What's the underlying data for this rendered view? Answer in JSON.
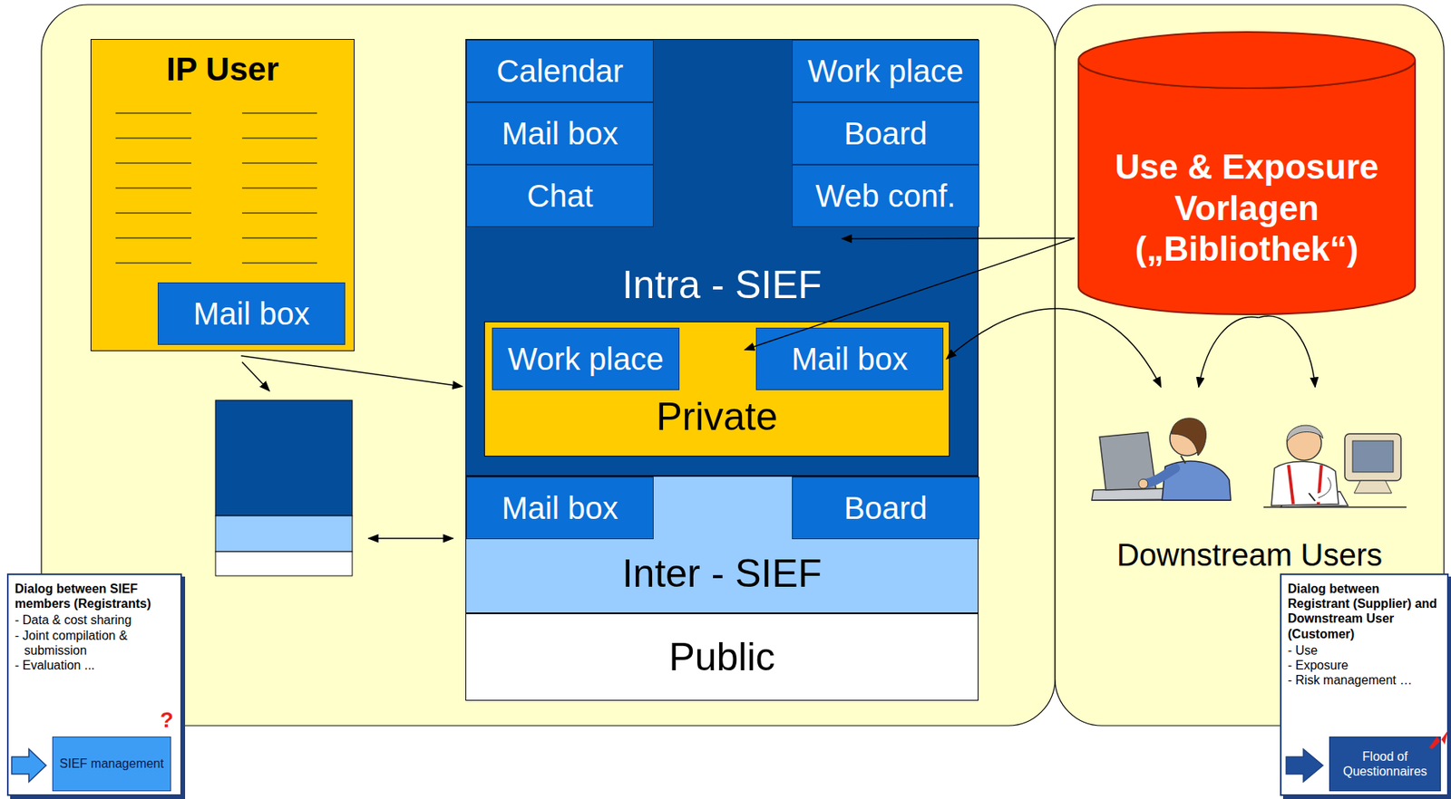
{
  "diagram": {
    "nodes": [
      {
        "text": [
          "IP User"
        ]
      },
      {
        "text": [
          "Mail box"
        ],
        "in": 0
      },
      {
        "text": [
          "Intra - SIEF"
        ]
      },
      {
        "text": [
          "Calendar"
        ],
        "in": 2
      },
      {
        "text": [
          "Work place"
        ],
        "in": 2
      },
      {
        "text": [
          "Mail box"
        ],
        "in": 2
      },
      {
        "text": [
          "Board"
        ],
        "in": 2
      },
      {
        "text": [
          "Chat"
        ],
        "in": 2
      },
      {
        "text": [
          "Web conf."
        ],
        "in": 2
      },
      {
        "text": [
          "Private"
        ],
        "in": 2
      },
      {
        "text": [
          "Work place"
        ],
        "in": 9
      },
      {
        "text": [
          "Mail box"
        ],
        "in": 9
      },
      {
        "text": [
          "Inter - SIEF"
        ]
      },
      {
        "text": [
          "Mail box"
        ],
        "in": 12
      },
      {
        "text": [
          "Board"
        ],
        "in": 12
      },
      {
        "text": [
          "Public"
        ]
      },
      {
        "text": [
          "Use & Exposure Vorlagen („Bibliothek“)"
        ]
      },
      {
        "text": [
          "Downstream Users"
        ]
      },
      {
        "text": [
          "Dialog between SIEF members (Registrants)",
          "- Data & cost sharing",
          "- Joint compilation & submission",
          "- Evaluation ..."
        ]
      },
      {
        "text": [
          "SIEF management"
        ],
        "in": 18
      },
      {
        "text": [
          "Dialog between Registrant (Supplier) and Downstream User (Customer)",
          "- Use",
          "- Exposure",
          "- Risk management …"
        ]
      },
      {
        "text": [
          "Flood of Questionnaires"
        ],
        "in": 20
      }
    ],
    "edges": [
      {
        "from": 0,
        "to": 2,
        "arrow": "to"
      },
      {
        "from": 16,
        "to": 2,
        "arrow": "to"
      },
      {
        "from": 16,
        "to": 9,
        "arrow": "to"
      },
      {
        "from": 11,
        "to": 17,
        "arrow": "both"
      },
      {
        "from": 16,
        "to": 17,
        "arrow": "to"
      },
      {
        "from": 16,
        "to": 17,
        "arrow": "to"
      }
    ],
    "labels": [
      "?"
    ]
  }
}
